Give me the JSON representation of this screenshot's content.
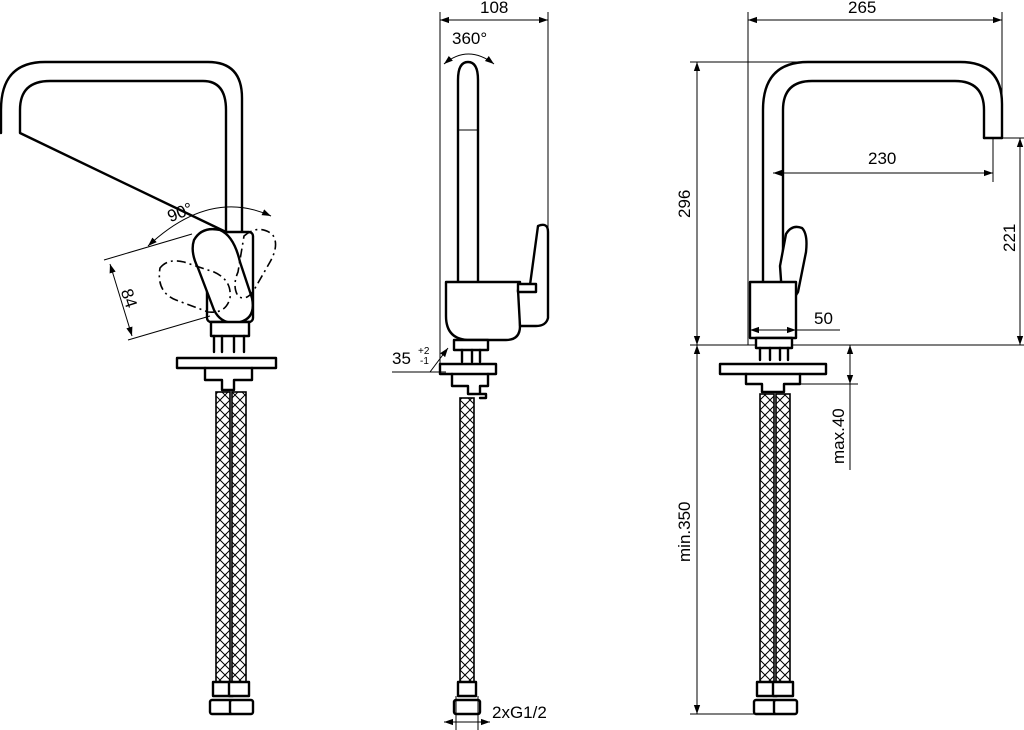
{
  "dimensions": {
    "angle_lever": "90°",
    "lever_length": "84",
    "angle_spout": "360°",
    "depth_total": "108",
    "hole_diameter": "35",
    "hole_tol_plus": "+2",
    "hole_tol_minus": "-1",
    "connection": "2xG1/2",
    "width_total": "265",
    "spout_reach": "230",
    "height_total": "296",
    "spout_height": "221",
    "body_diameter": "50",
    "deck_max": "max.40",
    "hose_min": "min.350"
  }
}
